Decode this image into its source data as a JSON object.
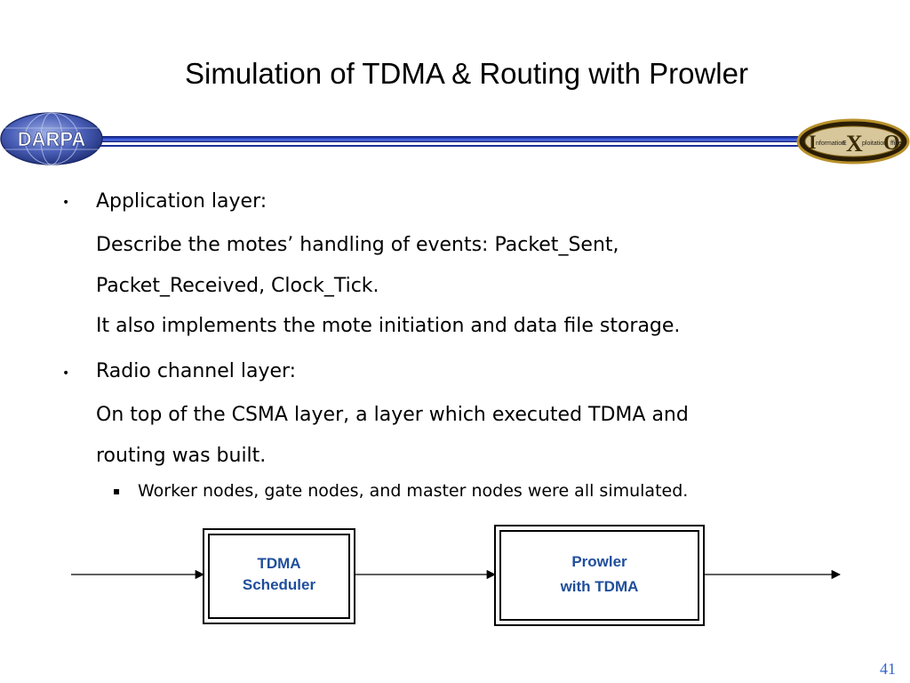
{
  "title": "Simulation of TDMA & Routing with Prowler",
  "logos": {
    "left": "DARPA",
    "right": {
      "letters": [
        "I",
        "X",
        "O"
      ],
      "caption": "Information Exploitation Office",
      "words": [
        "nformation",
        "E",
        "ploitation",
        "ffice"
      ]
    }
  },
  "bullets": [
    {
      "label": "Application layer:",
      "lines": [
        "Describe the motes’ handling of events: Packet_Sent,",
        "Packet_Received, Clock_Tick.",
        "It also implements the mote initiation and data file storage."
      ]
    },
    {
      "label": "Radio channel layer:",
      "lines": [
        "On top of the CSMA layer, a layer which executed TDMA and",
        "routing was built."
      ],
      "sub_bullets": [
        "Worker nodes, gate nodes, and master nodes were all simulated."
      ]
    }
  ],
  "diagram": {
    "box1": {
      "line1": "TDMA",
      "line2": "Scheduler"
    },
    "box2": {
      "line1": "Prowler",
      "line2": "with TDMA"
    },
    "label_color": "#1f4e9b"
  },
  "page_number": "41",
  "colors": {
    "rule": "#1a2f9a",
    "page_number": "#3366cc"
  }
}
